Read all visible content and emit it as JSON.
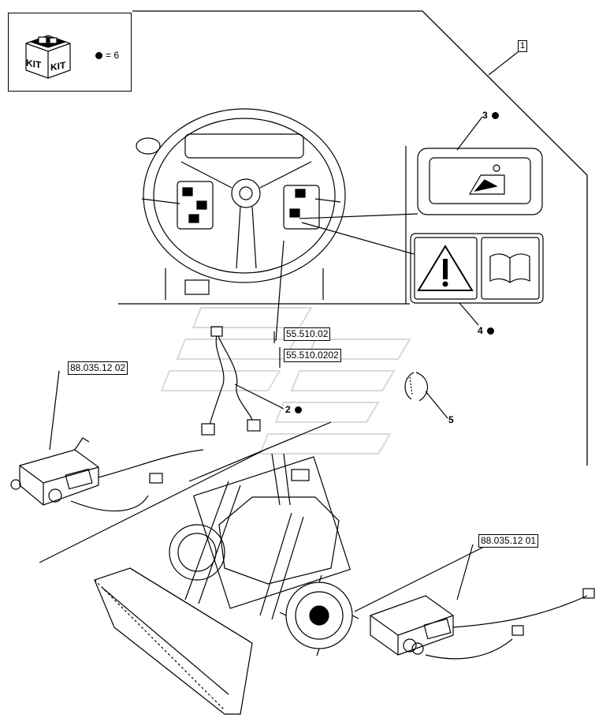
{
  "kit_legend": {
    "kit_label_left": "KIT",
    "kit_label_right": "KIT",
    "quantity_text": "= 6"
  },
  "references": {
    "ref_55_510_02": "55.510.02",
    "ref_55_510_0202": "55.510.0202",
    "ref_88_035_12_02": "88.035.12 02",
    "ref_88_035_12_01": "88.035.12 01"
  },
  "callouts": {
    "item_1": "1",
    "item_2": "2",
    "item_3": "3",
    "item_4": "4",
    "item_5": "5"
  }
}
